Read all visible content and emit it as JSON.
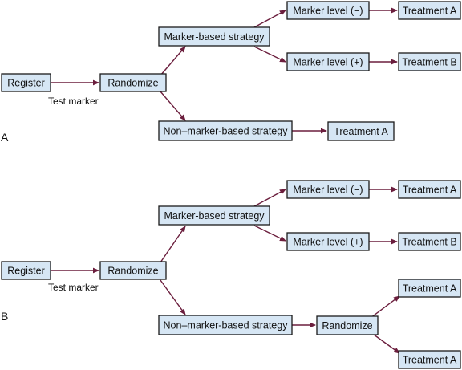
{
  "colors": {
    "box_fill": "#d6e6f4",
    "box_border": "#1a1a1a",
    "arrow": "#6b1e3d"
  },
  "panels": [
    {
      "label": "A",
      "boxes": {
        "register": "Register",
        "randomize": "Randomize",
        "marker_strategy": "Marker-based strategy",
        "marker_neg": "Marker level (−)",
        "marker_pos": "Marker level (+)",
        "treat_a_neg": "Treatment A",
        "treat_b_pos": "Treatment B",
        "non_marker_strategy": "Non–marker-based strategy",
        "non_marker_treat_a": "Treatment A"
      },
      "edge_label": "Test marker"
    },
    {
      "label": "B",
      "boxes": {
        "register": "Register",
        "randomize": "Randomize",
        "marker_strategy": "Marker-based strategy",
        "marker_neg": "Marker level (−)",
        "marker_pos": "Marker level (+)",
        "treat_a_neg": "Treatment A",
        "treat_b_pos": "Treatment B",
        "non_marker_strategy": "Non–marker-based strategy",
        "second_randomize": "Randomize",
        "second_treat_a_top": "Treatment A",
        "second_treat_a_bottom": "Treatment A"
      },
      "edge_label": "Test marker"
    }
  ]
}
